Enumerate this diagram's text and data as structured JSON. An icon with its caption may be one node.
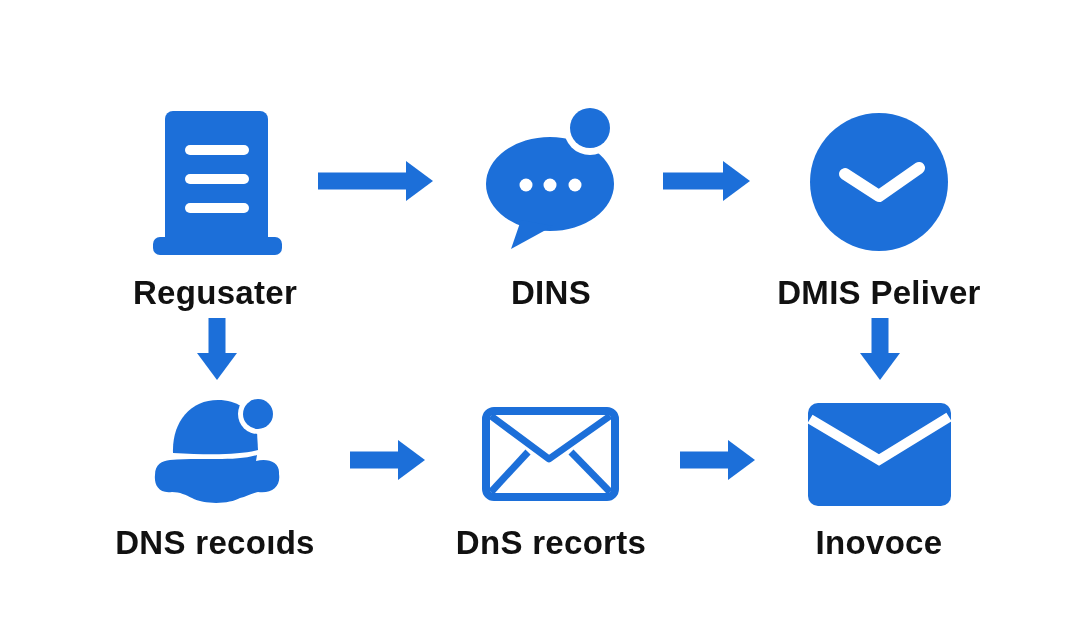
{
  "diagram": {
    "nodes": [
      {
        "text": [
          "Regusater"
        ]
      },
      {
        "text": [
          "DINS"
        ]
      },
      {
        "text": [
          "DMIS Peliver"
        ]
      },
      {
        "text": [
          "DNS recoıds"
        ]
      },
      {
        "text": [
          "DnS recorts"
        ]
      },
      {
        "text": [
          "Inovoce"
        ]
      }
    ],
    "edges": [
      {
        "from": 0,
        "to": 1,
        "arrow": "to"
      },
      {
        "from": 1,
        "to": 2,
        "arrow": "to"
      },
      {
        "from": 0,
        "to": 3,
        "arrow": "to"
      },
      {
        "from": 2,
        "to": 5,
        "arrow": "to"
      },
      {
        "from": 3,
        "to": 4,
        "arrow": "to"
      },
      {
        "from": 4,
        "to": 5,
        "arrow": "to"
      }
    ]
  }
}
